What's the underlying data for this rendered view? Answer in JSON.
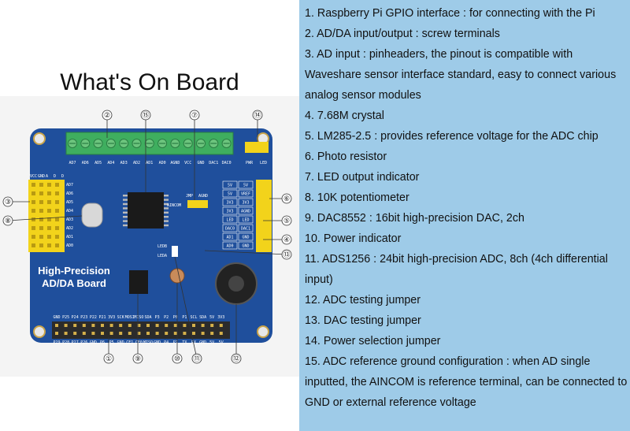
{
  "title": "What's On Board",
  "board": {
    "name_line1": "High-Precision",
    "name_line2": "AD/DA Board",
    "top_terminal_labels": [
      "AD7",
      "AD6",
      "AD5",
      "AD4",
      "AD3",
      "AD2",
      "AD1",
      "AD0",
      "AGND",
      "VCC",
      "GND",
      "DAC1",
      "DAC0"
    ],
    "left_header_labels": [
      "VCC",
      "GND",
      "A",
      "D",
      "D"
    ],
    "left_pin_labels": [
      "AD7",
      "AD6",
      "AD5",
      "AD4",
      "AD3",
      "AD2",
      "AD1",
      "AD0"
    ],
    "right_header_labels": [
      "5V",
      "5V",
      "3V3",
      "3V3",
      "LED",
      "DAC0",
      "AD1",
      "AD0"
    ],
    "right_header_labels_b": [
      "5V",
      "VREF",
      "3V3",
      "AGND",
      "LED",
      "DAC1",
      "GND",
      "GND"
    ],
    "jumper_labels": [
      "JMP",
      "AGND",
      "AINCOM",
      "LEDB",
      "LEDA",
      "PWR",
      "LED"
    ],
    "gpio_top_labels": [
      "GND",
      "P25",
      "P24",
      "P23",
      "P22",
      "P21",
      "3V3",
      "SCK",
      "MOSI",
      "MISO",
      "SDA",
      "P3",
      "P2",
      "P0",
      "P1",
      "SCL",
      "SDA",
      "5V",
      "3V3"
    ],
    "gpio_bottom_labels": [
      "P29",
      "P28",
      "P27",
      "P26",
      "GND",
      "P6",
      "P5",
      "GND",
      "CE1",
      "CE0",
      "MISO",
      "GND",
      "P4",
      "P7",
      "TX",
      "RX",
      "GND",
      "5V",
      "5V"
    ],
    "callouts_top": [
      "②",
      "⑮",
      "⑦",
      "⑭"
    ],
    "callouts_left": [
      "③",
      "⑧"
    ],
    "callouts_right": [
      "⑥",
      "⑤",
      "④",
      "⑬"
    ],
    "callouts_bottom": [
      "①",
      "⑨",
      "⑩",
      "⑪",
      "⑫"
    ]
  },
  "colors": {
    "panel": "#9ecbe8",
    "pcb": "#1f4f9c",
    "terminal": "#3fae5f",
    "header": "#f2d31b",
    "silk": "#ffffff"
  },
  "features": [
    "1. Raspberry Pi GPIO interface : for connecting with the Pi",
    "2. AD/DA input/output : screw terminals",
    "3. AD input : pinheaders, the pinout is compatible with Waveshare sensor interface standard, easy to connect various analog sensor modules",
    "4. 7.68M crystal",
    "5. LM285-2.5 : provides reference voltage for the ADC chip",
    "6. Photo resistor",
    "7. LED output indicator",
    "8. 10K potentiometer",
    "9. DAC8552 : 16bit high-precision DAC, 2ch",
    "10. Power indicator",
    "11.  ADS1256 : 24bit high-precision ADC, 8ch (4ch differential input)",
    "12. ADC testing jumper",
    "13. DAC testing jumper",
    "14. Power selection jumper",
    "15. ADC reference ground configuration : when AD single inputted, the AINCOM is reference terminal, can be connected to GND or external reference voltage"
  ]
}
